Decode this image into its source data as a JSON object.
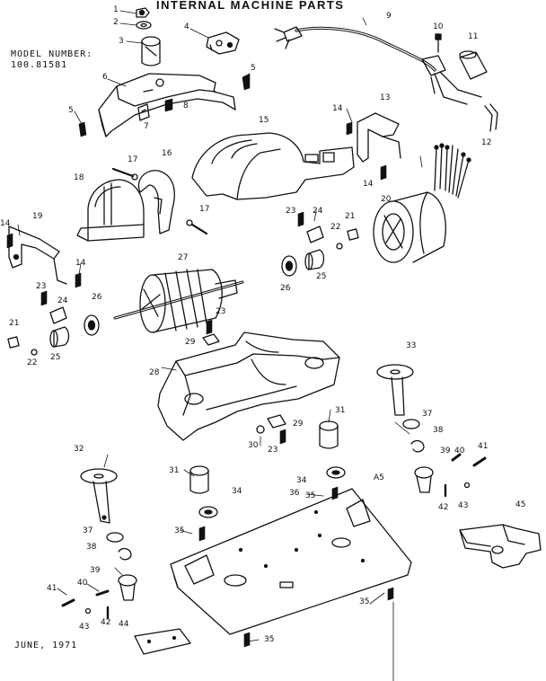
{
  "title": "INTERNAL MACHINE PARTS",
  "model_label": "MODEL NUMBER:",
  "model_number": "100.81581",
  "date": "JUNE, 1971",
  "ink_color": "#111111",
  "callouts": [
    {
      "id": "c1",
      "label": "1"
    },
    {
      "id": "c2",
      "label": "2"
    },
    {
      "id": "c3",
      "label": "3"
    },
    {
      "id": "c4",
      "label": "4"
    },
    {
      "id": "c5a",
      "label": "5"
    },
    {
      "id": "c5b",
      "label": "5"
    },
    {
      "id": "c6",
      "label": "6"
    },
    {
      "id": "c7",
      "label": "7"
    },
    {
      "id": "c8",
      "label": "8"
    },
    {
      "id": "c9",
      "label": "9"
    },
    {
      "id": "c10",
      "label": "10"
    },
    {
      "id": "c11",
      "label": "11"
    },
    {
      "id": "c12",
      "label": "12"
    },
    {
      "id": "c13",
      "label": "13"
    },
    {
      "id": "c14a",
      "label": "14"
    },
    {
      "id": "c14b",
      "label": "14"
    },
    {
      "id": "c14c",
      "label": "14"
    },
    {
      "id": "c14d",
      "label": "14"
    },
    {
      "id": "c15",
      "label": "15"
    },
    {
      "id": "c16",
      "label": "16"
    },
    {
      "id": "c17a",
      "label": "17"
    },
    {
      "id": "c17b",
      "label": "17"
    },
    {
      "id": "c18",
      "label": "18"
    },
    {
      "id": "c19",
      "label": "19"
    },
    {
      "id": "c20",
      "label": "20"
    },
    {
      "id": "c21a",
      "label": "21"
    },
    {
      "id": "c21b",
      "label": "21"
    },
    {
      "id": "c22a",
      "label": "22"
    },
    {
      "id": "c22b",
      "label": "22"
    },
    {
      "id": "c23a",
      "label": "23"
    },
    {
      "id": "c23b",
      "label": "23"
    },
    {
      "id": "c23c",
      "label": "23"
    },
    {
      "id": "c23d",
      "label": "23"
    },
    {
      "id": "c24a",
      "label": "24"
    },
    {
      "id": "c24b",
      "label": "24"
    },
    {
      "id": "c25a",
      "label": "25"
    },
    {
      "id": "c25b",
      "label": "25"
    },
    {
      "id": "c26a",
      "label": "26"
    },
    {
      "id": "c26b",
      "label": "26"
    },
    {
      "id": "c27",
      "label": "27"
    },
    {
      "id": "c28",
      "label": "28"
    },
    {
      "id": "c29a",
      "label": "29"
    },
    {
      "id": "c29b",
      "label": "29"
    },
    {
      "id": "c30",
      "label": "30"
    },
    {
      "id": "c31a",
      "label": "31"
    },
    {
      "id": "c31b",
      "label": "31"
    },
    {
      "id": "c32",
      "label": "32"
    },
    {
      "id": "c33",
      "label": "33"
    },
    {
      "id": "c34a",
      "label": "34"
    },
    {
      "id": "c34b",
      "label": "34"
    },
    {
      "id": "c35a",
      "label": "35"
    },
    {
      "id": "c35b",
      "label": "35"
    },
    {
      "id": "c35c",
      "label": "35"
    },
    {
      "id": "c35d",
      "label": "35"
    },
    {
      "id": "c36",
      "label": "36"
    },
    {
      "id": "c37a",
      "label": "37"
    },
    {
      "id": "c37b",
      "label": "37"
    },
    {
      "id": "c38a",
      "label": "38"
    },
    {
      "id": "c38b",
      "label": "38"
    },
    {
      "id": "c39a",
      "label": "39"
    },
    {
      "id": "c39b",
      "label": "39"
    },
    {
      "id": "c40a",
      "label": "40"
    },
    {
      "id": "c40b",
      "label": "40"
    },
    {
      "id": "c41a",
      "label": "41"
    },
    {
      "id": "c41b",
      "label": "41"
    },
    {
      "id": "c42a",
      "label": "42"
    },
    {
      "id": "c42b",
      "label": "42"
    },
    {
      "id": "c43a",
      "label": "43"
    },
    {
      "id": "c43b",
      "label": "43"
    },
    {
      "id": "c44",
      "label": "44"
    },
    {
      "id": "c45a",
      "label": "A5"
    },
    {
      "id": "c45b",
      "label": "45"
    }
  ]
}
